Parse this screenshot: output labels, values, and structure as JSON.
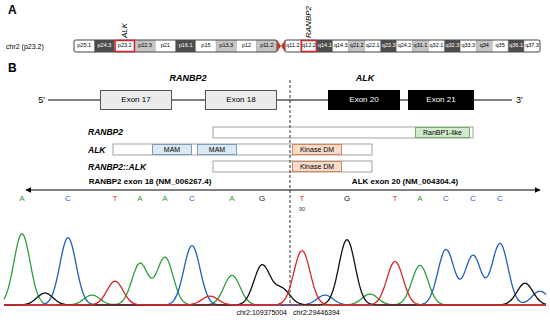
{
  "diagram": {
    "nodes": [
      {
        "text": [
          "Exon 17"
        ]
      },
      {
        "text": [
          "Exon 18"
        ]
      },
      {
        "text": [
          "Exon 20"
        ]
      },
      {
        "text": [
          "Exon 21"
        ]
      },
      {
        "text": [
          "RanBP1-like"
        ]
      },
      {
        "text": [
          "MAM"
        ]
      },
      {
        "text": [
          "MAM"
        ]
      },
      {
        "text": [
          "Kinase DM"
        ]
      },
      {
        "text": [
          "Kinase DM"
        ]
      }
    ],
    "edges": [
      {
        "from": 0,
        "to": 1,
        "arrow": "none"
      },
      {
        "from": 1,
        "to": 2,
        "arrow": "none"
      },
      {
        "from": 2,
        "to": 3,
        "arrow": "none"
      }
    ],
    "labels": [
      "A",
      "chr2 (p23.2)",
      "p25.1",
      "p24.3",
      "p23.2",
      "p22.3",
      "p21",
      "p16.1",
      "p15",
      "p13.3",
      "p12",
      "p11.2",
      "q11.2",
      "q12.2",
      "q14.1",
      "q14.3",
      "q21.2",
      "q22.1",
      "q23.3",
      "q24.2",
      "q31.1",
      "q32.1",
      "q32.3",
      "q33.3",
      "q34",
      "q35",
      "q36.1",
      "q37.3",
      "ALK",
      "RANBP2",
      "B",
      "RANBP2",
      "ALK",
      "5'",
      "3'",
      "RANBP2",
      "ALK",
      "RANBP2::ALK",
      "RANBP2 exon 18 (NM_006267.4)",
      "ALK exon 20 (NM_004304.4)",
      "A",
      "C",
      "T",
      "A",
      "A",
      "C",
      "A",
      "G",
      "T",
      "G",
      "T",
      "A",
      "C",
      "C",
      "C",
      "90",
      "chr2:109375004",
      "chr2:29446394"
    ]
  }
}
